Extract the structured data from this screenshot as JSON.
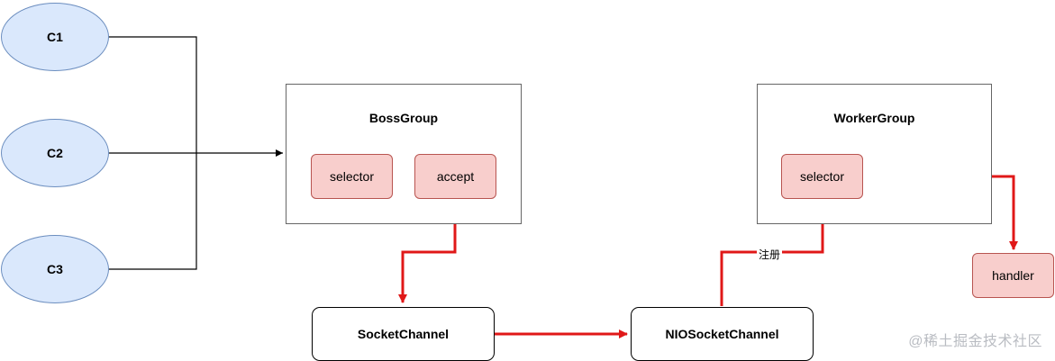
{
  "clients": [
    {
      "label": "C1"
    },
    {
      "label": "C2"
    },
    {
      "label": "C3"
    }
  ],
  "boss_group": {
    "title": "BossGroup",
    "selector_label": "selector",
    "accept_label": "accept"
  },
  "worker_group": {
    "title": "WorkerGroup",
    "selector_label": "selector"
  },
  "channels": {
    "socket_channel": "SocketChannel",
    "nio_socket_channel": "NIOSocketChannel"
  },
  "handler_label": "handler",
  "edge_labels": {
    "register": "注册"
  },
  "watermark": "@稀土掘金技术社区",
  "colors": {
    "client_fill": "#dae8fc",
    "client_stroke": "#6c8ebf",
    "chip_fill": "#f8cecc",
    "chip_stroke": "#b85450",
    "flow_arrow": "#e01818",
    "connector": "#000000"
  }
}
